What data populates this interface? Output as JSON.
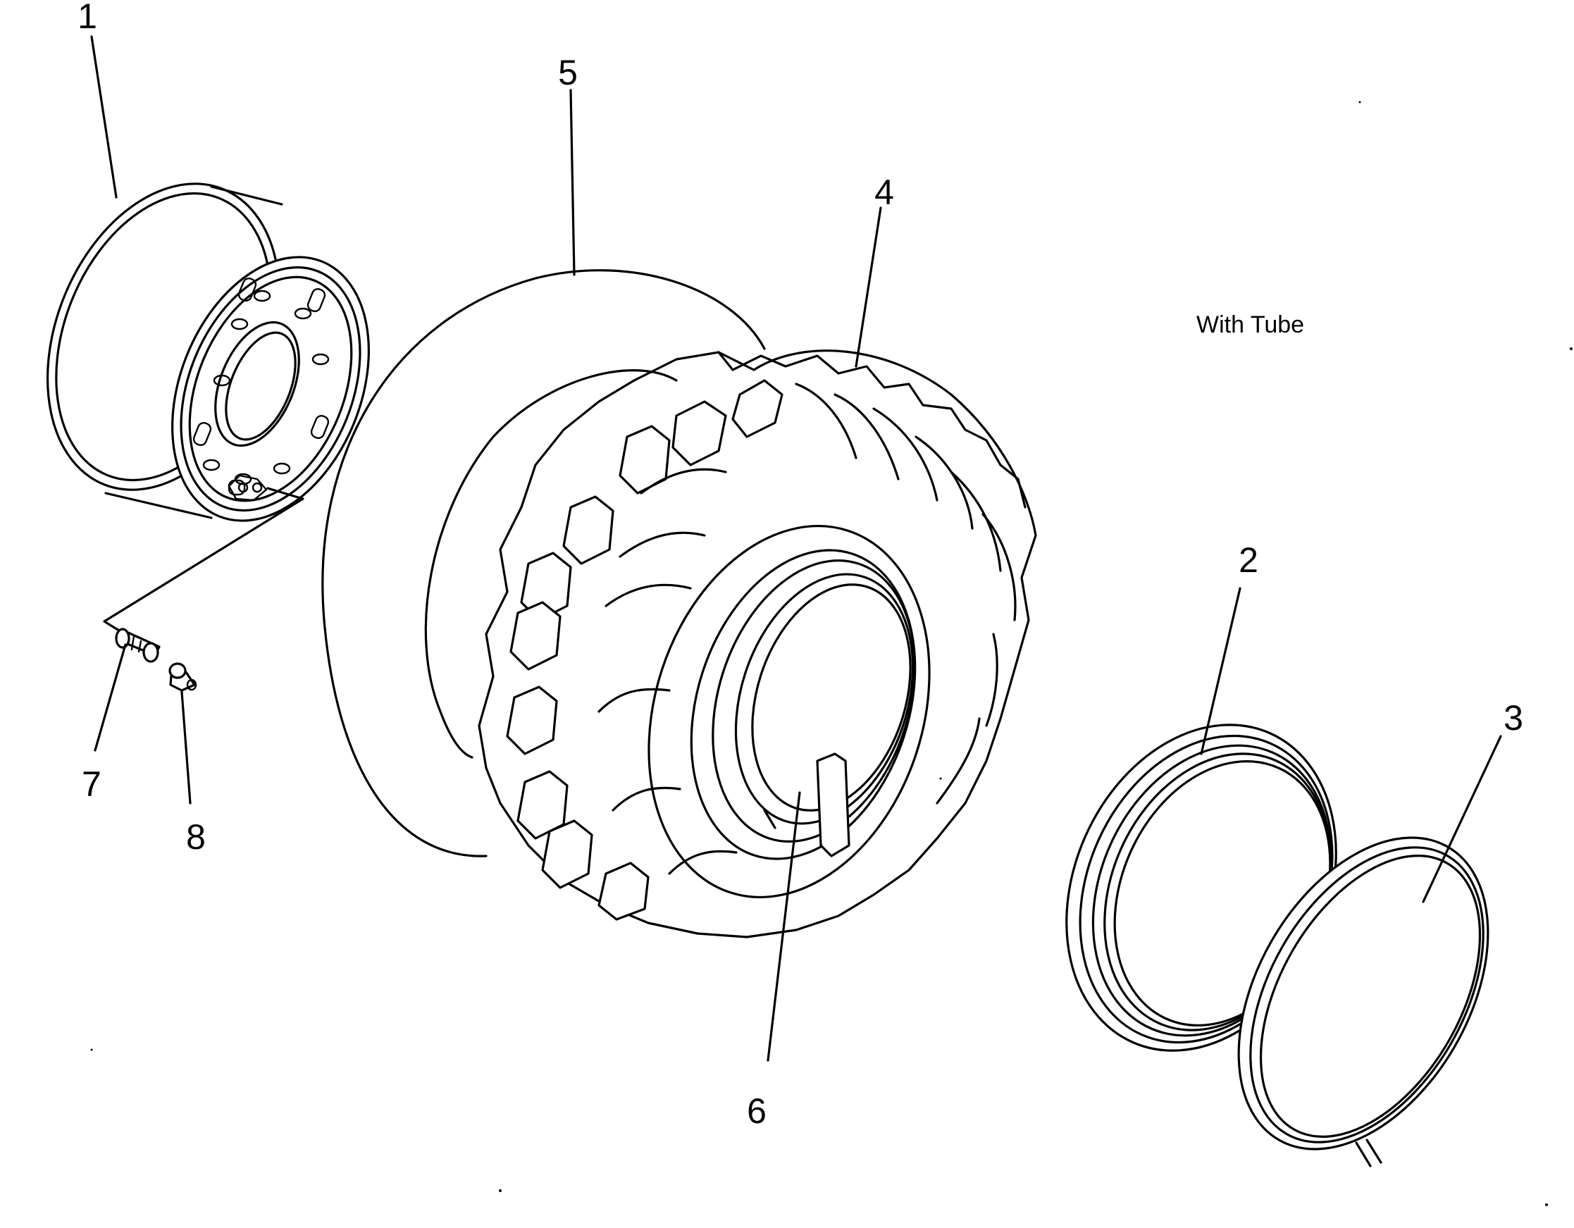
{
  "note": "With Tube",
  "parts": [
    {
      "no": "1",
      "item": "rim-wheel"
    },
    {
      "no": "2",
      "item": "side-ring"
    },
    {
      "no": "3",
      "item": "lock-ring"
    },
    {
      "no": "4",
      "item": "tire"
    },
    {
      "no": "5",
      "item": "tube"
    },
    {
      "no": "6",
      "item": "flap"
    },
    {
      "no": "7",
      "item": "valve"
    },
    {
      "no": "8",
      "item": "valve-cap"
    }
  ]
}
